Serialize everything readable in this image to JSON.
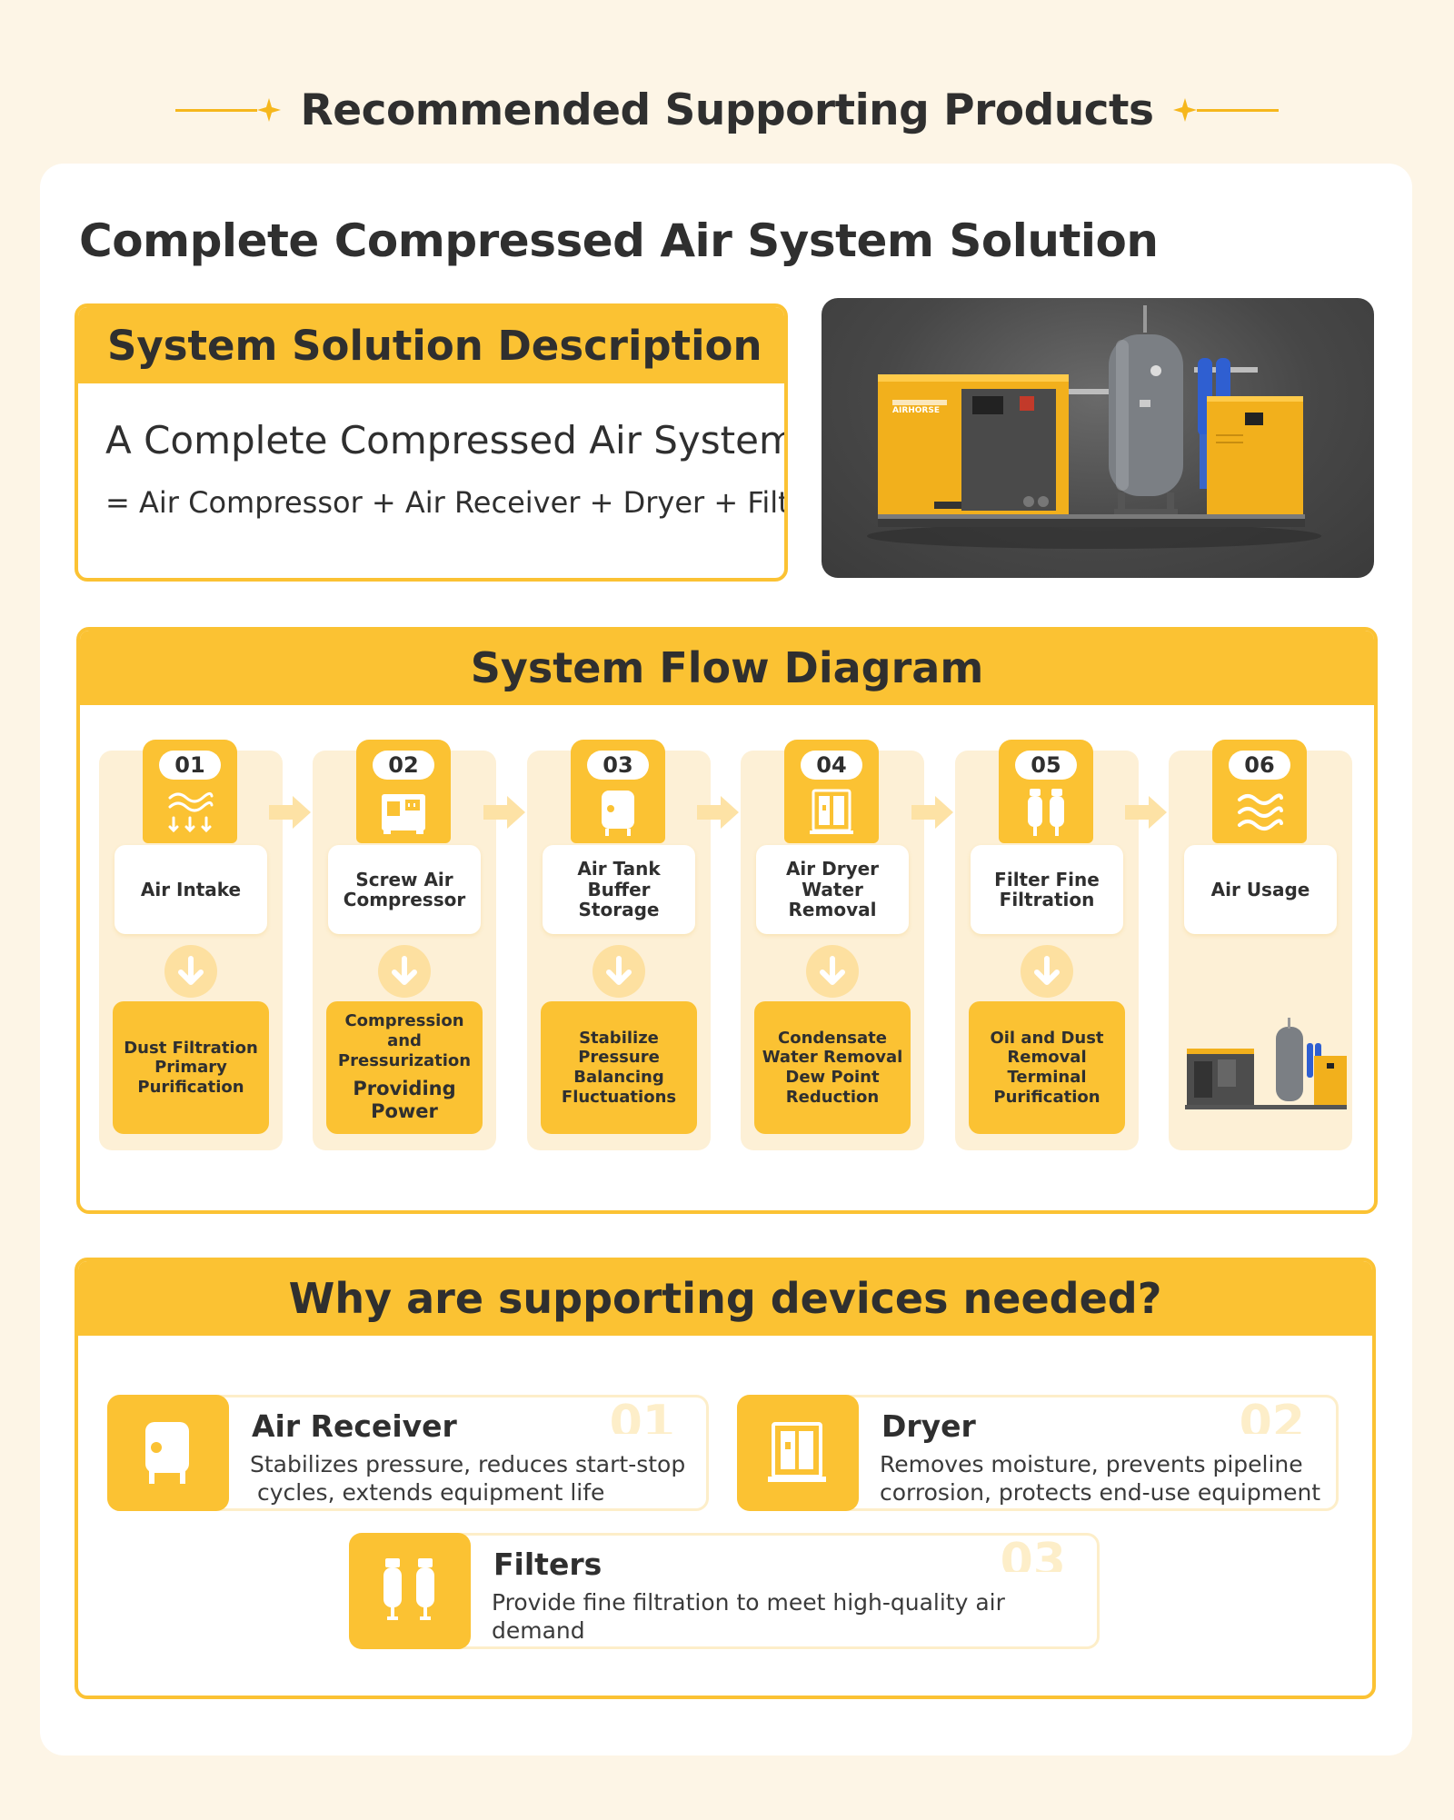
{
  "page": {
    "title": "Recommended Supporting Products"
  },
  "solution": {
    "heading": "Complete Compressed Air System Solution",
    "box_title": "System Solution Description",
    "line1": "A Complete Compressed Air System",
    "line2": "= Air Compressor + Air Receiver + Dryer + Filters",
    "photo_brand": "AIRHORSE"
  },
  "flow": {
    "title": "System Flow Diagram",
    "steps": [
      {
        "num": "01",
        "icon": "air-intake-icon",
        "label": "Air Intake",
        "detail": [
          "Dust Filtration",
          "Primary",
          "Purification"
        ]
      },
      {
        "num": "02",
        "icon": "screw-compressor-icon",
        "label": "Screw Air Compressor",
        "detail": [
          "Compression and",
          "Pressurization"
        ],
        "detail_extra": "Providing Power"
      },
      {
        "num": "03",
        "icon": "air-tank-icon",
        "label": "Air Tank Buffer Storage",
        "detail": [
          "Stabilize Pressure",
          "Balancing",
          "Fluctuations"
        ]
      },
      {
        "num": "04",
        "icon": "air-dryer-icon",
        "label": "Air Dryer Water Removal",
        "detail": [
          "Condensate",
          "Water Removal",
          "Dew Point",
          "Reduction"
        ]
      },
      {
        "num": "05",
        "icon": "filter-icon",
        "label": "Filter Fine Filtration",
        "detail": [
          "Oil and Dust",
          "Removal",
          "Terminal",
          "Purification"
        ]
      },
      {
        "num": "06",
        "icon": "air-usage-icon",
        "label": "Air Usage"
      }
    ]
  },
  "why": {
    "title": "Why are supporting devices needed?",
    "items": [
      {
        "num": "01",
        "icon": "air-receiver-icon",
        "title": "Air Receiver",
        "desc1": "Stabilizes pressure, reduces start-stop",
        "desc2": " cycles, extends equipment life"
      },
      {
        "num": "02",
        "icon": "dryer-icon",
        "title": "Dryer",
        "desc1": "Removes moisture, prevents pipeline",
        "desc2": "corrosion, protects end-use equipment"
      },
      {
        "num": "03",
        "icon": "filters-icon",
        "title": "Filters",
        "desc1": "Provide fine filtration to meet high-quality air demand",
        "desc2": ""
      }
    ]
  },
  "colors": {
    "accent": "#fbc233",
    "background": "#fdf5e6",
    "panel": "#fdf0d6",
    "text": "#2f2f2f"
  }
}
